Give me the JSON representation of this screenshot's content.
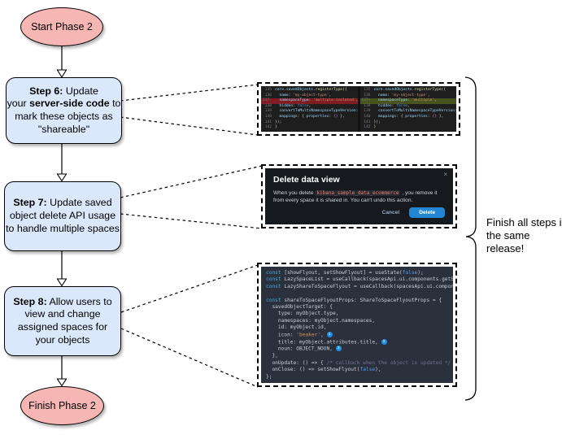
{
  "flow": {
    "start_label": "Start Phase 2",
    "finish_label": "Finish Phase 2",
    "step6": {
      "l1b": "Step 6:",
      "l1": " Update",
      "l2a": "your ",
      "l2b": "server-side code",
      "l2c": " to",
      "l3": "mark these objects as",
      "l4": "\"shareable\""
    },
    "step7": {
      "l1b": "Step 7:",
      "l1": " Update saved",
      "l2": "object delete API usage",
      "l3": "to handle multiple spaces"
    },
    "step8": {
      "l1b": "Step 8:",
      "l1": " Allow users to",
      "l2": "view and change",
      "l3": "assigned spaces for",
      "l4": "your objects"
    },
    "note": "Finish all steps in the same release!"
  },
  "colors": {
    "node_pink": "#f5b6b4",
    "node_blue": "#dbe8fb",
    "diff_removed_bg": "#7f1d22",
    "diff_added_bg": "#49531d",
    "modal_bg": "#16191e",
    "delete_button_blue": "#2286d3",
    "badge_blue": "#1e8fe6",
    "code_bg": "#2b313c"
  },
  "diff": {
    "left": {
      "lines": [
        {
          "num": "135",
          "segs": [
            {
              "c": "id",
              "t": "core"
            },
            {
              "c": "pl",
              "t": "."
            },
            {
              "c": "id",
              "t": "savedObjects"
            },
            {
              "c": "pl",
              "t": "."
            },
            {
              "c": "fn",
              "t": "registerType"
            },
            {
              "c": "pl",
              "t": "({"
            }
          ]
        },
        {
          "num": "136",
          "segs": [
            {
              "c": "id",
              "t": "  name"
            },
            {
              "c": "pl",
              "t": ": "
            },
            {
              "c": "str",
              "t": "'my-object-type'"
            },
            {
              "c": "pl",
              "t": ","
            }
          ]
        },
        {
          "num": "137-",
          "hl": "del",
          "segs": [
            {
              "c": "id",
              "t": "  namespaceType"
            },
            {
              "c": "pl",
              "t": ": "
            },
            {
              "c": "str",
              "t": "'multiple-isolated'"
            },
            {
              "c": "pl",
              "t": ","
            }
          ]
        },
        {
          "num": "138",
          "segs": [
            {
              "c": "id",
              "t": "  hidden"
            },
            {
              "c": "pl",
              "t": ": "
            },
            {
              "c": "kw",
              "t": "false"
            },
            {
              "c": "pl",
              "t": ","
            }
          ]
        },
        {
          "num": "139",
          "segs": [
            {
              "c": "id",
              "t": "  convertToMultiNamespaceTypeVersion"
            },
            {
              "c": "pl",
              "t": ": "
            },
            {
              "c": "str",
              "t": "'"
            }
          ]
        },
        {
          "num": "140",
          "segs": [
            {
              "c": "id",
              "t": "  mappings"
            },
            {
              "c": "pl",
              "t": ": { "
            },
            {
              "c": "id",
              "t": "properties"
            },
            {
              "c": "pl",
              "t": ": "
            },
            {
              "c": "br",
              "t": "{}"
            },
            {
              "c": "pl",
              "t": " },"
            }
          ]
        },
        {
          "num": "141",
          "segs": [
            {
              "c": "pl",
              "t": "});"
            }
          ]
        },
        {
          "num": "142",
          "segs": [
            {
              "c": "fn",
              "t": "}"
            }
          ]
        }
      ]
    },
    "right": {
      "lines": [
        {
          "num": "135",
          "segs": [
            {
              "c": "id",
              "t": "core"
            },
            {
              "c": "pl",
              "t": "."
            },
            {
              "c": "id",
              "t": "savedObjects"
            },
            {
              "c": "pl",
              "t": "."
            },
            {
              "c": "fn",
              "t": "registerType"
            },
            {
              "c": "pl",
              "t": "({"
            }
          ]
        },
        {
          "num": "136",
          "segs": [
            {
              "c": "id",
              "t": "  name"
            },
            {
              "c": "pl",
              "t": ": "
            },
            {
              "c": "str",
              "t": "'my-object-type'"
            },
            {
              "c": "pl",
              "t": ","
            }
          ]
        },
        {
          "num": "137+",
          "hl": "add",
          "segs": [
            {
              "c": "id",
              "t": "  namespaceType"
            },
            {
              "c": "pl",
              "t": ": "
            },
            {
              "c": "str",
              "t": "'multiple'"
            },
            {
              "c": "pl",
              "t": ","
            }
          ]
        },
        {
          "num": "138",
          "segs": [
            {
              "c": "id",
              "t": "  hidden"
            },
            {
              "c": "pl",
              "t": ": "
            },
            {
              "c": "kw",
              "t": "false"
            },
            {
              "c": "pl",
              "t": ","
            }
          ]
        },
        {
          "num": "139",
          "segs": [
            {
              "c": "id",
              "t": "  convertToMultiNamespaceTypeVersion"
            },
            {
              "c": "pl",
              "t": ": "
            },
            {
              "c": "str",
              "t": "'"
            }
          ]
        },
        {
          "num": "140",
          "segs": [
            {
              "c": "id",
              "t": "  mappings"
            },
            {
              "c": "pl",
              "t": ": { "
            },
            {
              "c": "id",
              "t": "properties"
            },
            {
              "c": "pl",
              "t": ": "
            },
            {
              "c": "br",
              "t": "{}"
            },
            {
              "c": "pl",
              "t": " },"
            }
          ]
        },
        {
          "num": "141",
          "segs": [
            {
              "c": "pl",
              "t": "});"
            }
          ]
        },
        {
          "num": "142",
          "segs": [
            {
              "c": "fn",
              "t": "}"
            }
          ]
        }
      ]
    }
  },
  "modal": {
    "title": "Delete data view",
    "close_icon": "×",
    "body_pre": "When you delete ",
    "body_code": "kibana_sample_data_ecommerce",
    "body_post": " , you remove it from every space it is shared in. You can't undo this action.",
    "cancel_label": "Cancel",
    "delete_label": "Delete"
  },
  "code3": {
    "lines": [
      {
        "segs": [
          {
            "c": "ck",
            "t": "const"
          },
          {
            "c": "cp",
            "t": " [showFlyout, setShowFlyout] = useState("
          },
          {
            "c": "cl",
            "t": "false"
          },
          {
            "c": "cp",
            "t": ");"
          }
        ]
      },
      {
        "segs": [
          {
            "c": "ck",
            "t": "const"
          },
          {
            "c": "cp",
            "t": " LazySpaceList = useCallback(spacesApi.ui.components.getSpaceLis"
          }
        ]
      },
      {
        "segs": [
          {
            "c": "ck",
            "t": "const"
          },
          {
            "c": "cp",
            "t": " LazyShareToSpaceFlyout = useCallback(spacesApi.ui.components.ge"
          }
        ]
      },
      {
        "segs": []
      },
      {
        "segs": [
          {
            "c": "ck",
            "t": "const"
          },
          {
            "c": "cp",
            "t": " shareToSpaceFlyoutProps: ShareToSpaceFlyoutProps = {"
          }
        ]
      },
      {
        "segs": [
          {
            "c": "cp",
            "t": "  savedObjectTarget: {"
          }
        ]
      },
      {
        "segs": [
          {
            "c": "cp",
            "t": "    type: myObject.type,"
          }
        ]
      },
      {
        "segs": [
          {
            "c": "cp",
            "t": "    namespaces: myObject.namespaces,"
          }
        ]
      },
      {
        "segs": [
          {
            "c": "cp",
            "t": "    id: myObject.id,"
          }
        ]
      },
      {
        "segs": [
          {
            "c": "cp",
            "t": "    icon: "
          },
          {
            "c": "cs",
            "t": "'beaker'"
          },
          {
            "c": "cp",
            "t": ", "
          },
          {
            "c": "cb",
            "t": "1"
          }
        ]
      },
      {
        "segs": [
          {
            "c": "cp",
            "t": "    title: myObject.attributes.title, "
          },
          {
            "c": "cb",
            "t": "2"
          }
        ]
      },
      {
        "segs": [
          {
            "c": "cp",
            "t": "    noun: OBJECT_NOUN, "
          },
          {
            "c": "cb",
            "t": "3"
          }
        ]
      },
      {
        "segs": [
          {
            "c": "cp",
            "t": "  },"
          }
        ]
      },
      {
        "segs": [
          {
            "c": "cp",
            "t": "  onUpdate: () => { "
          },
          {
            "c": "cc",
            "t": "/* callback when the object is updated */"
          },
          {
            "c": "cp",
            "t": " },"
          }
        ]
      },
      {
        "segs": [
          {
            "c": "cp",
            "t": "  onClose: () => setShowFlyout("
          },
          {
            "c": "cl",
            "t": "false"
          },
          {
            "c": "cp",
            "t": "),"
          }
        ]
      },
      {
        "segs": [
          {
            "c": "cp",
            "t": "};"
          }
        ]
      }
    ]
  }
}
